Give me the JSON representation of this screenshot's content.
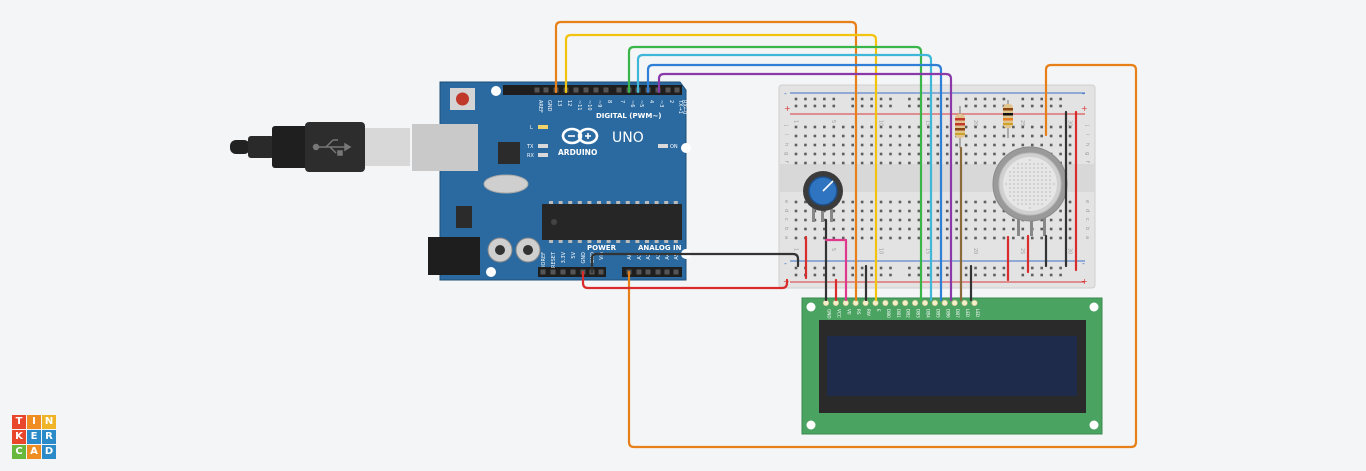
{
  "board": {
    "model": "UNO",
    "brand": "ARDUINO",
    "digital_header": "DIGITAL (PWM~)",
    "power_header": "POWER",
    "analog_header": "ANALOG IN",
    "led_l": "L",
    "led_tx": "TX",
    "led_rx": "RX",
    "led_on": "ON",
    "top_pins": [
      "AREF",
      "GND",
      "13",
      "12",
      "~11",
      "~10",
      "~9",
      "8",
      "7",
      "~6",
      "~5",
      "4",
      "~3",
      "2",
      "TX→1",
      "RX←0"
    ],
    "power_pins": [
      "IOREF",
      "RESET",
      "3.3V",
      "5V",
      "GND",
      "GND",
      "Vin"
    ],
    "analog_pins": [
      "A0",
      "A1",
      "A2",
      "A3",
      "A4",
      "A5"
    ]
  },
  "breadboard": {
    "col_numbers_top": [
      "1",
      "5",
      "10",
      "15",
      "20",
      "25",
      "30"
    ],
    "row_letters_top": [
      "j",
      "i",
      "h",
      "g",
      "f"
    ],
    "row_letters_bottom": [
      "e",
      "d",
      "c",
      "b",
      "a"
    ],
    "rail_plus": "+",
    "rail_minus": "-"
  },
  "lcd": {
    "pin_labels": [
      "GND",
      "VCC",
      "V0",
      "RS",
      "RW",
      "E",
      "DB0",
      "DB1",
      "DB2",
      "DB3",
      "DB4",
      "DB5",
      "DB6",
      "DB7",
      "LED",
      "LED"
    ]
  },
  "logo": {
    "letters": [
      "T",
      "I",
      "N",
      "K",
      "E",
      "R",
      "C",
      "A",
      "D"
    ],
    "colors": [
      "#e8472c",
      "#ef8d22",
      "#f0b429",
      "#e8472c",
      "#2b8bc9",
      "#2b8bc9",
      "#69b83e",
      "#ef8d22",
      "#2b8bc9"
    ]
  },
  "colors": {
    "background": "#f4f5f7",
    "arduino_pcb": "#2a6aa0",
    "lcd_board": "#4aa360",
    "lcd_screen": "#1f2b4a",
    "wire_orange": "#e8801a",
    "wire_yellow": "#f2c40f",
    "wire_green": "#3ab54a",
    "wire_cyan": "#3fb7d8",
    "wire_blue": "#2f7fd6",
    "wire_purple": "#8a3aa8",
    "wire_red": "#d92c2c",
    "wire_black": "#333333",
    "wire_pink": "#e0388d",
    "wire_brown": "#8a6a3a"
  }
}
